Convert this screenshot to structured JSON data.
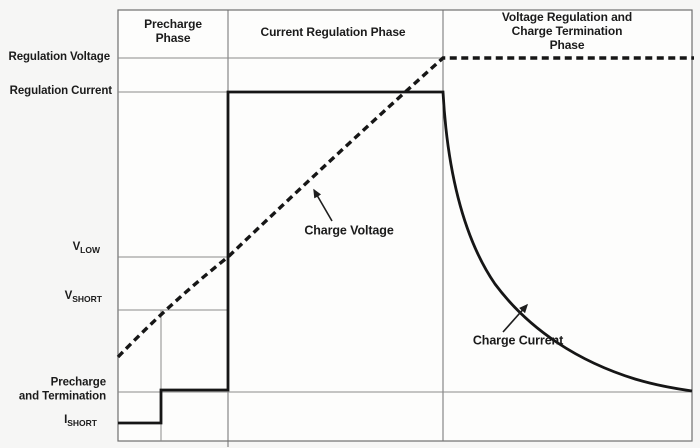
{
  "phases": {
    "precharge": "Precharge\nPhase",
    "current_regulation": "Current Regulation Phase",
    "voltage_regulation": "Voltage Regulation and\nCharge Termination Phase"
  },
  "y_labels": {
    "regulation_voltage": "Regulation Voltage",
    "regulation_current": "Regulation Current",
    "v_low": {
      "base": "V",
      "sub": "LOW"
    },
    "v_short": {
      "base": "V",
      "sub": "SHORT"
    },
    "precharge_termination": "Precharge\nand Termination",
    "i_short": {
      "base": "I",
      "sub": "SHORT"
    }
  },
  "annotations": {
    "charge_voltage": "Charge Voltage",
    "charge_current": "Charge Current"
  },
  "colors": {
    "trace": "#161616",
    "gridline": "#8a8a8a",
    "frame": "#6f6f6f",
    "text": "#1b1b1b",
    "background": "#ffffff"
  },
  "chart_data": {
    "type": "line",
    "title": "",
    "xlabel": "",
    "ylabel": "",
    "grid": "reference levels and phase boundaries only, no numeric scale",
    "phases": [
      {
        "label": "Precharge Phase",
        "x_range_frac": [
          0.0,
          0.19
        ]
      },
      {
        "label": "Current Regulation Phase",
        "x_range_frac": [
          0.19,
          0.57
        ]
      },
      {
        "label": "Voltage Regulation and Charge Termination Phase",
        "x_range_frac": [
          0.57,
          1.0
        ]
      }
    ],
    "y_reference_levels_frac": {
      "Regulation Voltage": 0.89,
      "Regulation Current": 0.81,
      "VLOW": 0.43,
      "VSHORT": 0.3,
      "Precharge and Termination": 0.11,
      "ISHORT": 0.04
    },
    "series": [
      {
        "name": "Charge Voltage",
        "line_style": "dashed",
        "points_frac": [
          [
            0.0,
            0.19
          ],
          [
            0.075,
            0.3
          ],
          [
            0.19,
            0.43
          ],
          [
            0.57,
            0.89
          ],
          [
            1.0,
            0.89
          ]
        ],
        "description": "Rises through VSHORT and VLOW during precharge, climbs near-linearly to Regulation Voltage during current regulation, then holds constant at Regulation Voltage"
      },
      {
        "name": "Charge Current",
        "line_style": "solid",
        "points_frac": [
          [
            0.0,
            0.04
          ],
          [
            0.075,
            0.04
          ],
          [
            0.075,
            0.11
          ],
          [
            0.19,
            0.11
          ],
          [
            0.19,
            0.81
          ],
          [
            0.57,
            0.81
          ],
          [
            0.65,
            0.49
          ],
          [
            0.72,
            0.32
          ],
          [
            0.83,
            0.17
          ],
          [
            1.0,
            0.12
          ]
        ],
        "description": "ISHORT until voltage reaches VSHORT, precharge level until VLOW, constant Regulation Current during current regulation, exponential decay down to the Precharge and Termination level"
      }
    ]
  }
}
